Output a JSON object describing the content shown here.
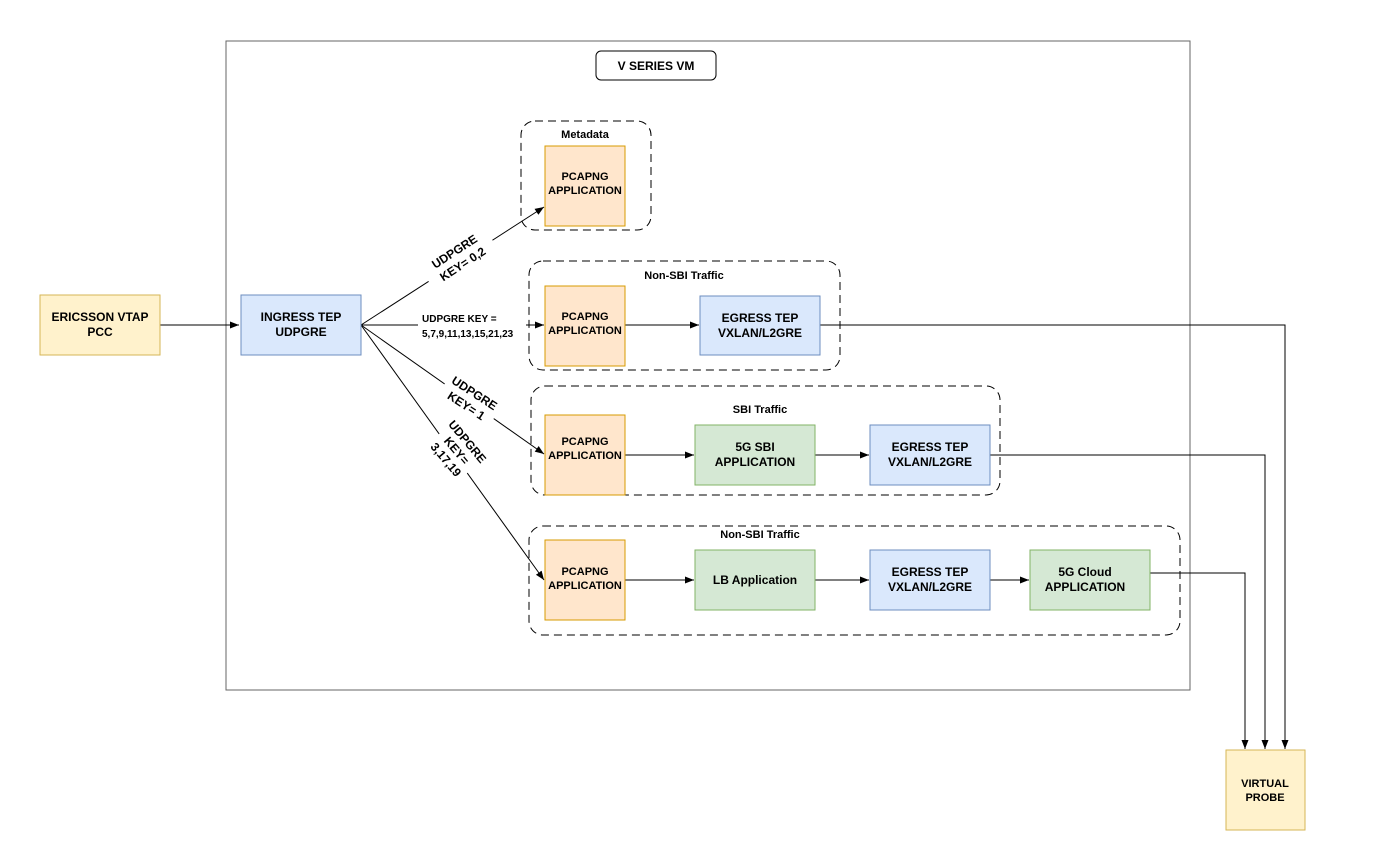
{
  "vm": {
    "title": "V SERIES VM"
  },
  "groups": {
    "metadata": {
      "label": "Metadata"
    },
    "non_sbi_1": {
      "label": "Non-SBI Traffic"
    },
    "sbi": {
      "label": "SBI Traffic"
    },
    "non_sbi_2": {
      "label": "Non-SBI Traffic"
    }
  },
  "nodes": {
    "ericsson": {
      "line1": "ERICSSON VTAP",
      "line2": "PCC"
    },
    "ingress": {
      "line1": "INGRESS TEP",
      "line2": "UDPGRE"
    },
    "pcapng_meta": {
      "line1": "PCAPNG",
      "line2": "APPLICATION"
    },
    "pcapng_nonsbi1": {
      "line1": "PCAPNG",
      "line2": "APPLICATION"
    },
    "egress_nonsbi1": {
      "line1": "EGRESS TEP",
      "line2": "VXLAN/L2GRE"
    },
    "pcapng_sbi": {
      "line1": "PCAPNG",
      "line2": "APPLICATION"
    },
    "sbi_app": {
      "line1": "5G SBI",
      "line2": "APPLICATION"
    },
    "egress_sbi": {
      "line1": "EGRESS TEP",
      "line2": "VXLAN/L2GRE"
    },
    "pcapng_nonsbi2": {
      "line1": "PCAPNG",
      "line2": "APPLICATION"
    },
    "lb_app": {
      "line1": "LB Application"
    },
    "egress_nonsbi2": {
      "line1": "EGRESS TEP",
      "line2": "VXLAN/L2GRE"
    },
    "cloud_app": {
      "line1": "5G Cloud",
      "line2": "APPLICATION"
    },
    "probe": {
      "line1": "VIRTUAL",
      "line2": "PROBE"
    }
  },
  "edges": {
    "to_metadata": {
      "line1": "UDPGRE",
      "line2": "KEY= 0,2"
    },
    "to_nonsbi1": {
      "line1": "UDPGRE KEY =",
      "line2": "5,7,9,11,13,15,21,23"
    },
    "to_sbi": {
      "line1": "UDPGRE",
      "line2": "KEY= 1"
    },
    "to_nonsbi2": {
      "line1": "UDPGRE",
      "line2": "KEY=",
      "line3": "3,17,19"
    }
  },
  "colors": {
    "yellow_fill": "#fff2cc",
    "yellow_stroke": "#d6b656",
    "orange_fill": "#ffe6cc",
    "orange_stroke": "#d79b00",
    "blue_fill": "#dae8fc",
    "blue_stroke": "#6c8ebf",
    "green_fill": "#d5e8d4",
    "green_stroke": "#82b366"
  }
}
